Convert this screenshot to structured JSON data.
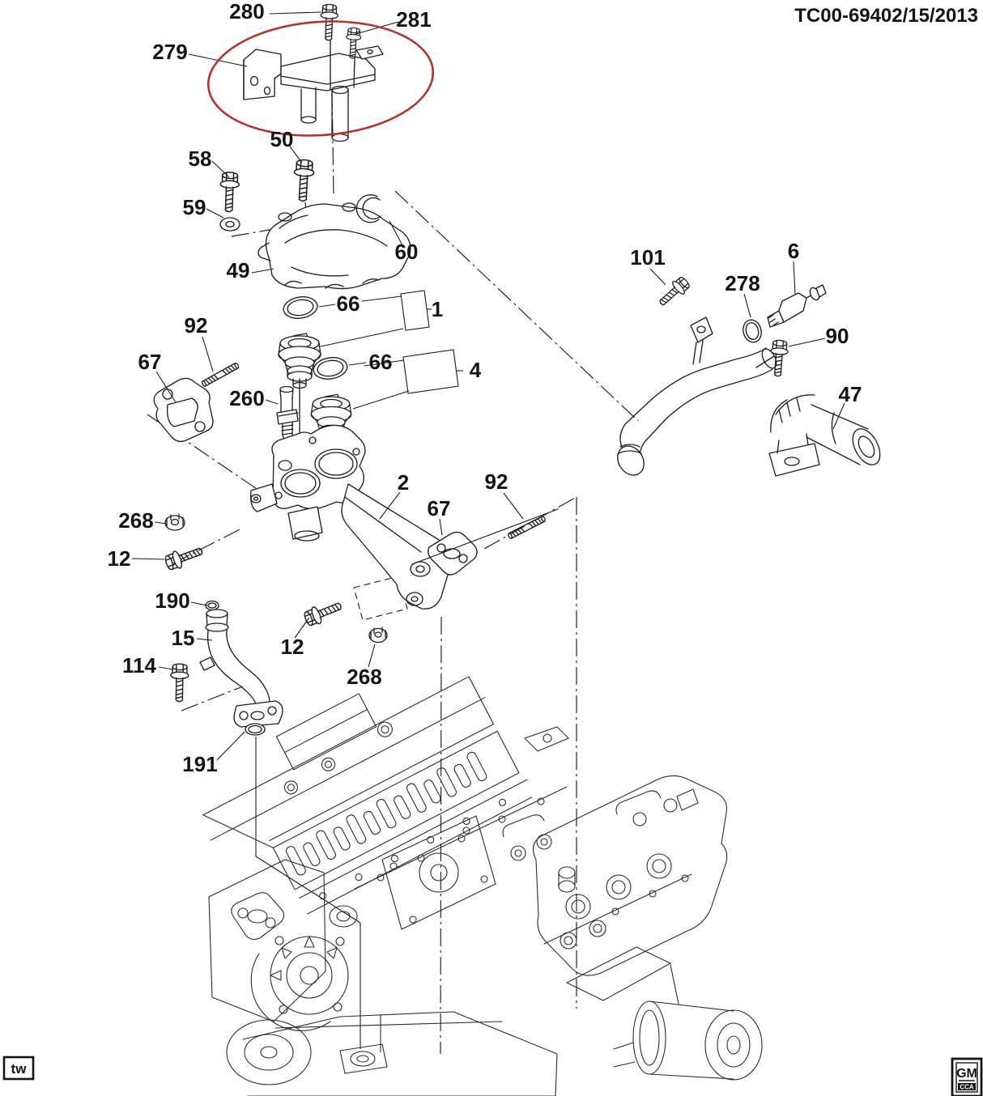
{
  "header": {
    "document_number": "TC00-694",
    "date": "02/15/2013"
  },
  "figure": {
    "highlight_color": "#b8322c",
    "callouts": [
      {
        "label": "280"
      },
      {
        "label": "281"
      },
      {
        "label": "279"
      },
      {
        "label": "50"
      },
      {
        "label": "58"
      },
      {
        "label": "59"
      },
      {
        "label": "49"
      },
      {
        "label": "60"
      },
      {
        "label": "66"
      },
      {
        "label": "1"
      },
      {
        "label": "92"
      },
      {
        "label": "67"
      },
      {
        "label": "66"
      },
      {
        "label": "4"
      },
      {
        "label": "260"
      },
      {
        "label": "101"
      },
      {
        "label": "278"
      },
      {
        "label": "6"
      },
      {
        "label": "90"
      },
      {
        "label": "47"
      },
      {
        "label": "2"
      },
      {
        "label": "92"
      },
      {
        "label": "67"
      },
      {
        "label": "268"
      },
      {
        "label": "12"
      },
      {
        "label": "190"
      },
      {
        "label": "15"
      },
      {
        "label": "12"
      },
      {
        "label": "268"
      },
      {
        "label": "114"
      },
      {
        "label": "191"
      }
    ]
  },
  "footer": {
    "artist_mark": "tw",
    "gm_logo": {
      "title": "GM",
      "subtitle": "CCA"
    }
  }
}
